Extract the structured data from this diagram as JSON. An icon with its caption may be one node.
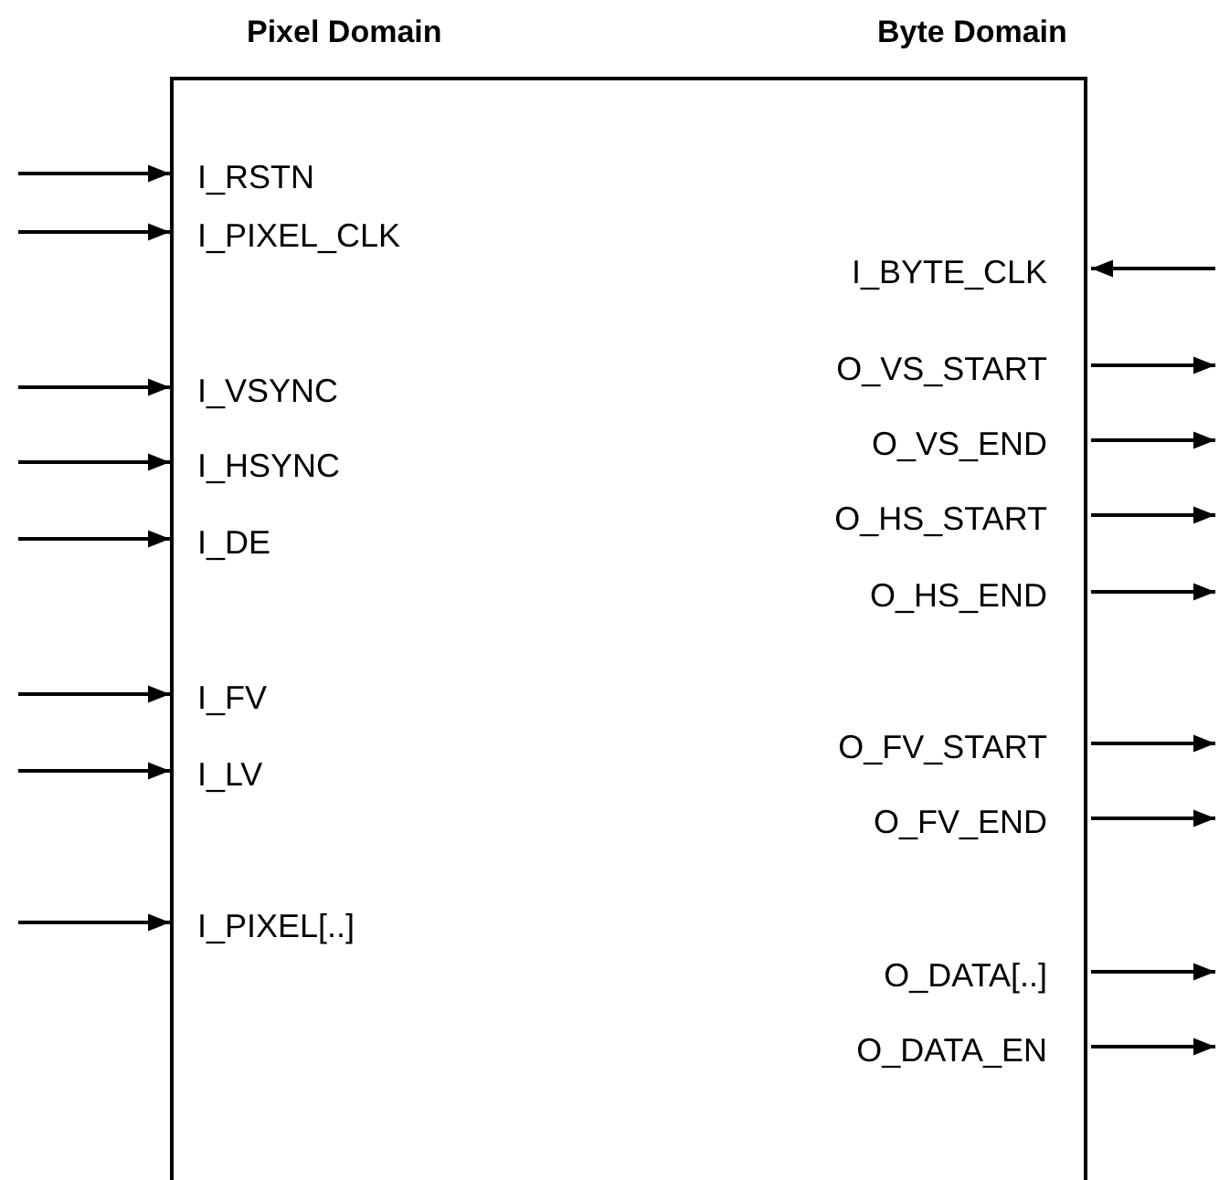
{
  "diagram": {
    "nodes": [
      {
        "text": [
          "Pixel Domain",
          "Byte Domain"
        ]
      },
      {
        "text": [
          "I_RSTN"
        ],
        "in": 0
      },
      {
        "text": [
          "I_PIXEL_CLK"
        ],
        "in": 0
      },
      {
        "text": [
          "I_VSYNC"
        ],
        "in": 0
      },
      {
        "text": [
          "I_HSYNC"
        ],
        "in": 0
      },
      {
        "text": [
          "I_DE"
        ],
        "in": 0
      },
      {
        "text": [
          "I_FV"
        ],
        "in": 0
      },
      {
        "text": [
          "I_LV"
        ],
        "in": 0
      },
      {
        "text": [
          "I_PIXEL[..]"
        ],
        "in": 0
      },
      {
        "text": [
          "I_BYTE_CLK"
        ],
        "in": 0
      },
      {
        "text": [
          "O_VS_START"
        ],
        "in": 0
      },
      {
        "text": [
          "O_VS_END"
        ],
        "in": 0
      },
      {
        "text": [
          "O_HS_START"
        ],
        "in": 0
      },
      {
        "text": [
          "O_HS_END"
        ],
        "in": 0
      },
      {
        "text": [
          "O_FV_START"
        ],
        "in": 0
      },
      {
        "text": [
          "O_FV_END"
        ],
        "in": 0
      },
      {
        "text": [
          "O_DATA[..]"
        ],
        "in": 0
      },
      {
        "text": [
          "O_DATA_EN"
        ],
        "in": 0
      }
    ],
    "edges": [
      {
        "from": null,
        "to": 1,
        "arrow": "to"
      },
      {
        "from": null,
        "to": 2,
        "arrow": "to"
      },
      {
        "from": null,
        "to": 3,
        "arrow": "to"
      },
      {
        "from": null,
        "to": 4,
        "arrow": "to"
      },
      {
        "from": null,
        "to": 5,
        "arrow": "to"
      },
      {
        "from": null,
        "to": 6,
        "arrow": "to"
      },
      {
        "from": null,
        "to": 7,
        "arrow": "to"
      },
      {
        "from": null,
        "to": 8,
        "arrow": "to"
      },
      {
        "from": null,
        "to": 9,
        "arrow": "to"
      },
      {
        "from": 10,
        "to": null,
        "arrow": "to"
      },
      {
        "from": 11,
        "to": null,
        "arrow": "to"
      },
      {
        "from": 12,
        "to": null,
        "arrow": "to"
      },
      {
        "from": 13,
        "to": null,
        "arrow": "to"
      },
      {
        "from": 14,
        "to": null,
        "arrow": "to"
      },
      {
        "from": 15,
        "to": null,
        "arrow": "to"
      },
      {
        "from": 16,
        "to": null,
        "arrow": "to"
      },
      {
        "from": 17,
        "to": null,
        "arrow": "to"
      }
    ]
  }
}
